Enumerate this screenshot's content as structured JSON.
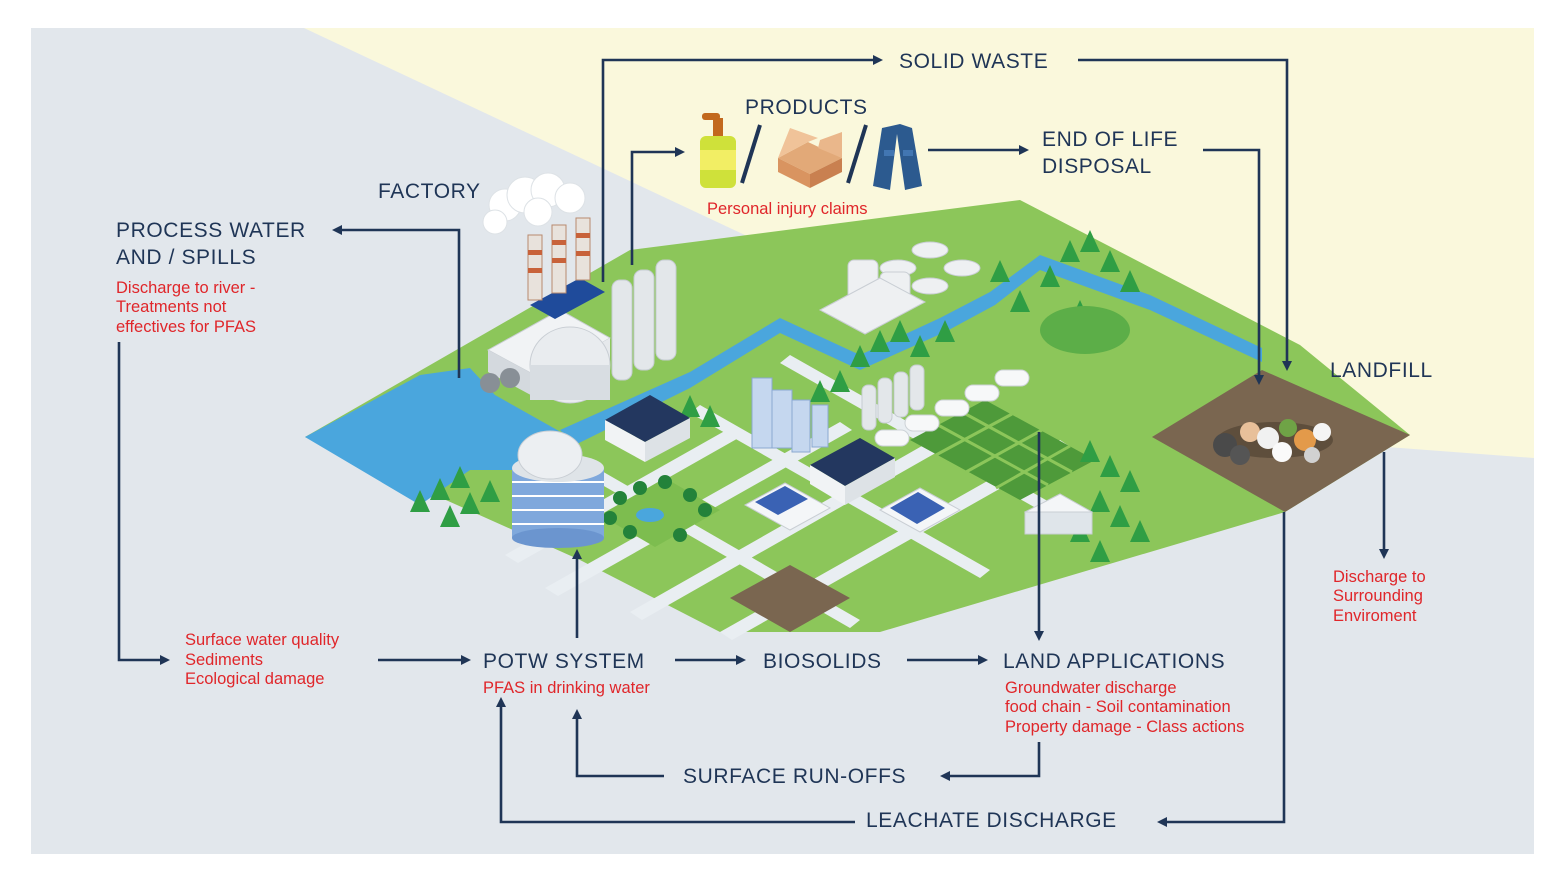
{
  "colors": {
    "outer_bg": "#ffffff",
    "panel_bg": "#e2e7ec",
    "sky": "#faf8dc",
    "navy": "#1f3556",
    "red": "#e0262a",
    "grass": "#8cc65a",
    "water": "#4aa6dd",
    "soil": "#7a6650"
  },
  "labels": {
    "solid_waste": "SOLID WASTE",
    "products": "PRODUCTS",
    "personal_injury": "Personal injury claims",
    "end_of_life": [
      "END OF LIFE",
      "DISPOSAL"
    ],
    "factory": "FACTORY",
    "process_water": [
      "PROCESS WATER",
      "AND / SPILLS"
    ],
    "process_water_note": [
      "Discharge to river -",
      "Treatments not",
      "effectives for PFAS"
    ],
    "landfill": "LANDFILL",
    "landfill_note": [
      "Discharge to",
      "Surrounding",
      "Enviroment"
    ],
    "surface_water": [
      "Surface water quality",
      "Sediments",
      "Ecological damage"
    ],
    "potw": "POTW SYSTEM",
    "potw_note": "PFAS in drinking water",
    "biosolids": "BIOSOLIDS",
    "land_applications": "LAND APPLICATIONS",
    "land_applications_note": [
      "Groundwater discharge",
      "food chain - Soil contamination",
      "Property damage - Class actions"
    ],
    "surface_runoffs": "SURFACE RUN-OFFS",
    "leachate": "LEACHATE DISCHARGE"
  },
  "icons": [
    "factory-icon",
    "soap-bottle-icon",
    "cardboard-box-icon",
    "denim-jacket-icon",
    "landfill-trash-icon",
    "water-tower-icon",
    "tree-icon",
    "greenhouse-icon",
    "silo-icon"
  ]
}
